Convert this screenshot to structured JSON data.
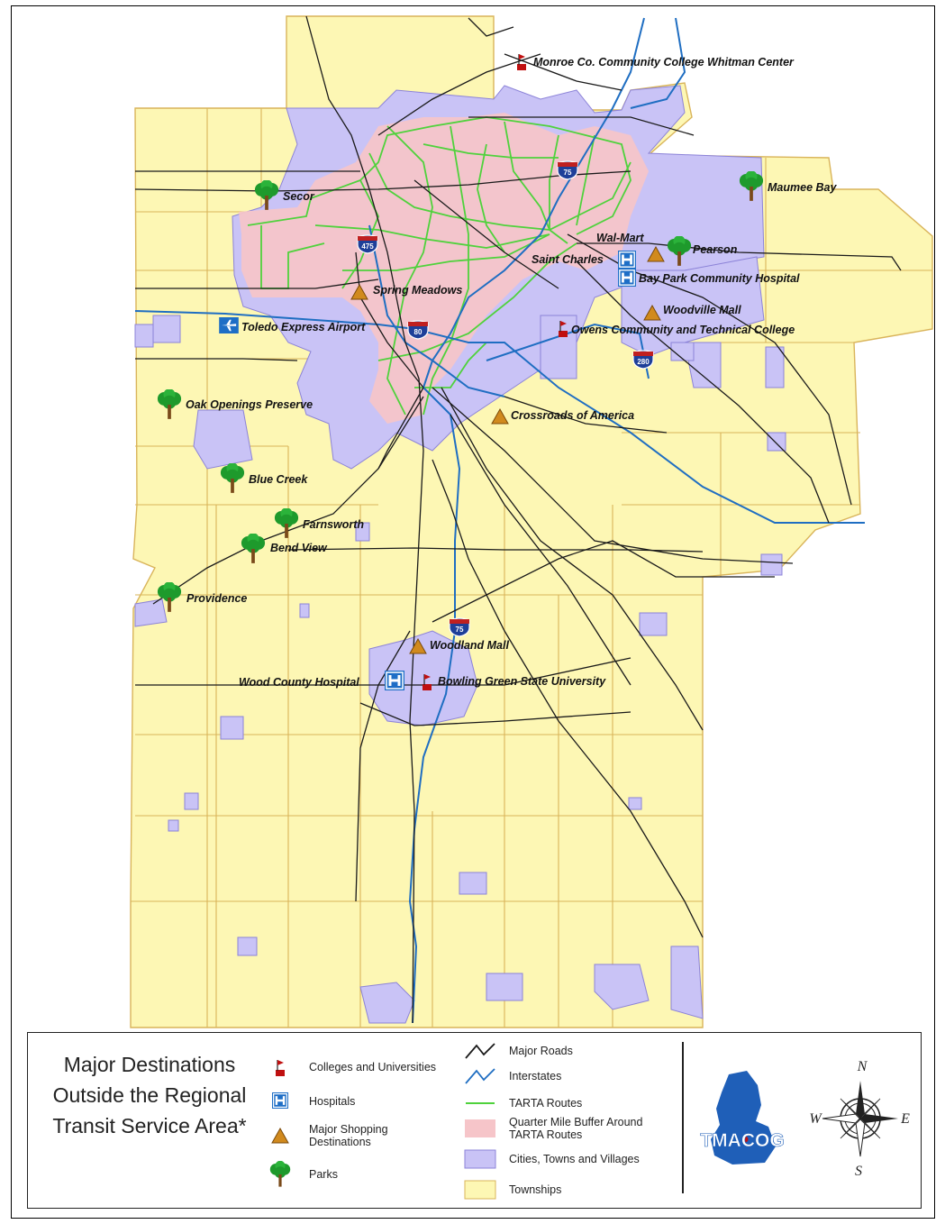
{
  "map": {
    "labels": {
      "monroe": "Monroe Co. Community College Whitman Center",
      "maumee": "Maumee Bay",
      "secor": "Secor",
      "walmart": "Wal-Mart",
      "pearson": "Pearson",
      "saintcharles": "Saint Charles",
      "baypark": "Bay Park Community Hospital",
      "springmeadows": "Spring Meadows",
      "woodvillemall": "Woodville Mall",
      "airport": "Toledo Express Airport",
      "owens": "Owens Community and Technical College",
      "oakopenings": "Oak Openings Preserve",
      "crossroads": "Crossroads of America",
      "bluecreek": "Blue Creek",
      "farnsworth": "Farnsworth",
      "bendview": "Bend View",
      "providence": "Providence",
      "woodlandmall": "Woodland Mall",
      "woodcounty": "Wood County Hospital",
      "bgsu": "Bowling Green State University"
    },
    "shields": {
      "i75a": "75",
      "i475": "475",
      "i80": "80",
      "i280": "280",
      "i75b": "75"
    }
  },
  "legend": {
    "title": "Major Destinations Outside the Regional Transit Service Area*",
    "items": {
      "colleges": "Colleges and Universities",
      "hospitals": "Hospitals",
      "shopping": "Major Shopping Destinations",
      "parks": "Parks",
      "roads": "Major Roads",
      "interstates": "Interstates",
      "tarta": "TARTA Routes",
      "buffer": "Quarter Mile Buffer Around TARTA Routes",
      "cities": "Cities, Towns and Villages",
      "townships": "Townships"
    },
    "logo": "TMACOG",
    "compass": {
      "n": "N",
      "e": "E",
      "s": "S",
      "w": "W"
    }
  },
  "colors": {
    "township": "#fdf7b4",
    "township_border": "#d9b45a",
    "city": "#c9c3f6",
    "city_border": "#8c83d8",
    "buffer": "#f6c5c9",
    "tarta": "#4fd23c",
    "interstate": "#1f6ec2",
    "road": "#1a1a1a",
    "shopping": "#d18a1e",
    "college": "#c01010",
    "hospital": "#1e6ec6",
    "park": "#1e9a2c",
    "logo": "#1f5fb8"
  }
}
